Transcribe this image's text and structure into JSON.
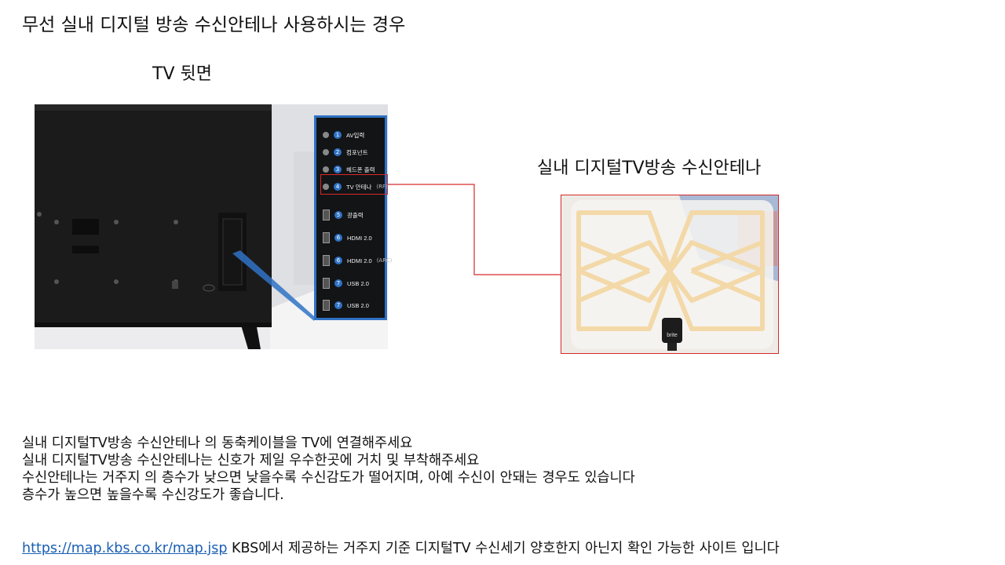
{
  "title": "무선 실내 디지털 방송 수신안테나 사용하시는 경우",
  "tv_back": {
    "label": "TV 뒷면",
    "ports": [
      {
        "num": "1",
        "label": "AV입력",
        "sub": ""
      },
      {
        "num": "2",
        "label": "컴포넌트",
        "sub": ""
      },
      {
        "num": "3",
        "label": "헤드폰 출력",
        "sub": ""
      },
      {
        "num": "4",
        "label": "TV 안테나",
        "sub": "(RF)"
      },
      {
        "num": "5",
        "label": "광출력",
        "sub": ""
      },
      {
        "num": "6",
        "label": "HDMI 2.0",
        "sub": ""
      },
      {
        "num": "6",
        "label": "HDMI 2.0",
        "sub": "(ARC)"
      },
      {
        "num": "7",
        "label": "USB 2.0",
        "sub": ""
      },
      {
        "num": "7",
        "label": "USB 2.0",
        "sub": ""
      }
    ]
  },
  "antenna": {
    "label": "실내 디지털TV방송 수신안테나",
    "brand": "brite"
  },
  "instructions": [
    "실내 디지털TV방송 수신안테나 의 동축케이블을 TV에 연결해주세요",
    "실내 디지털TV방송 수신안테나는 신호가 제일 우수한곳에 거치 및 부착해주세요",
    "수신안테나는 거주지 의 층수가 낮으면 낮을수록 수신감도가 떨어지며, 아예 수신이 안돼는 경우도 있습니다",
    "층수가 높으면 높을수록 수신강도가 좋습니다."
  ],
  "footer": {
    "link_text": "https://map.kbs.co.kr/map.jsp",
    "text": " KBS에서 제공하는 거주지 기준 디지털TV 수신세기 양호한지 아닌지 확인 가능한 사이트 입니다"
  },
  "colors": {
    "highlight": "#d62a2a",
    "panel_border": "#2f72c4",
    "link": "#1a5fb4",
    "antenna_trace": "#f3d9a8"
  }
}
